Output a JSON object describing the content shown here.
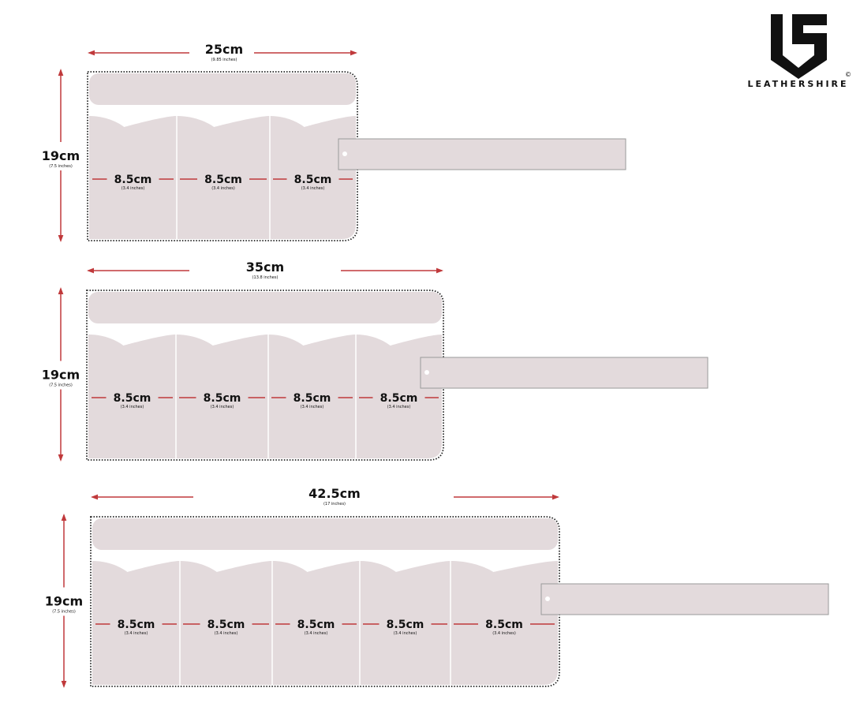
{
  "brand": {
    "name": "LEATHERSHIRE",
    "mark": "©"
  },
  "colors": {
    "leather": "#e3dadc",
    "arrow": "#c0393b",
    "border": "#222222",
    "strap_border": "#9a9a9a"
  },
  "rolls": [
    {
      "width_label": "25cm",
      "width_sub": "(9.85 inches)",
      "height_label": "19cm",
      "height_sub": "(7.5 inches)",
      "pockets": [
        {
          "label": "8.5cm",
          "sub": "(3.4 inches)"
        },
        {
          "label": "8.5cm",
          "sub": "(3.4 inches)"
        },
        {
          "label": "8.5cm",
          "sub": "(3.4 inches)"
        }
      ]
    },
    {
      "width_label": "35cm",
      "width_sub": "(13.8 inches)",
      "height_label": "19cm",
      "height_sub": "(7.5 inches)",
      "pockets": [
        {
          "label": "8.5cm",
          "sub": "(3.4 inches)"
        },
        {
          "label": "8.5cm",
          "sub": "(3.4 inches)"
        },
        {
          "label": "8.5cm",
          "sub": "(3.4 inches)"
        },
        {
          "label": "8.5cm",
          "sub": "(3.4 inches)"
        }
      ]
    },
    {
      "width_label": "42.5cm",
      "width_sub": "(17 inches)",
      "height_label": "19cm",
      "height_sub": "(7.5 inches)",
      "pockets": [
        {
          "label": "8.5cm",
          "sub": "(3.4 inches)"
        },
        {
          "label": "8.5cm",
          "sub": "(3.4 inches)"
        },
        {
          "label": "8.5cm",
          "sub": "(3.4 inches)"
        },
        {
          "label": "8.5cm",
          "sub": "(3.4 inches)"
        },
        {
          "label": "8.5cm",
          "sub": "(3.4 inches)"
        }
      ]
    }
  ]
}
